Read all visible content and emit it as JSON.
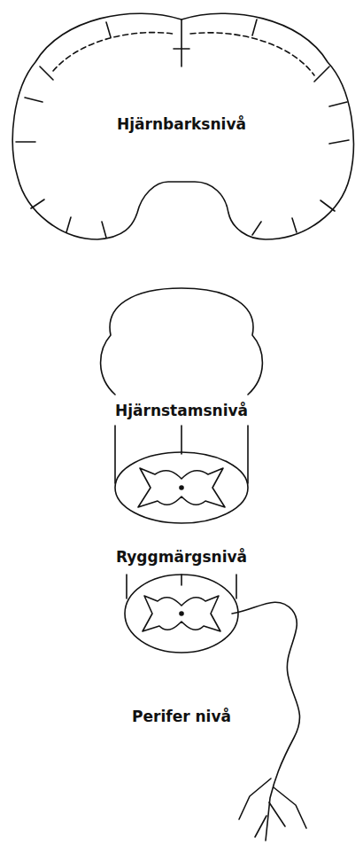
{
  "diagram": {
    "labels": [
      "Hjärnbarksnivå",
      "Hjärnstamsnivå",
      "Ryggmärgsnivå",
      "Perifer nivå"
    ]
  }
}
